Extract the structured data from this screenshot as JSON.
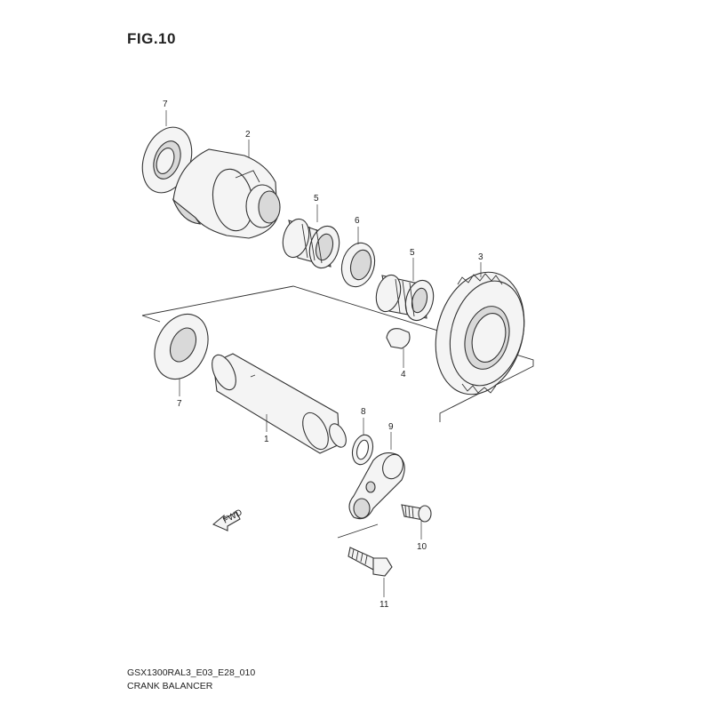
{
  "figure": {
    "title": "FIG.10",
    "code": "GSX1300RAL3_E03_E28_010",
    "name": "CRANK BALANCER"
  },
  "callouts": [
    "7",
    "2",
    "5",
    "6",
    "5",
    "3",
    "4",
    "7",
    "1",
    "8",
    "9",
    "10",
    "11"
  ],
  "direction_badge": "FWD"
}
